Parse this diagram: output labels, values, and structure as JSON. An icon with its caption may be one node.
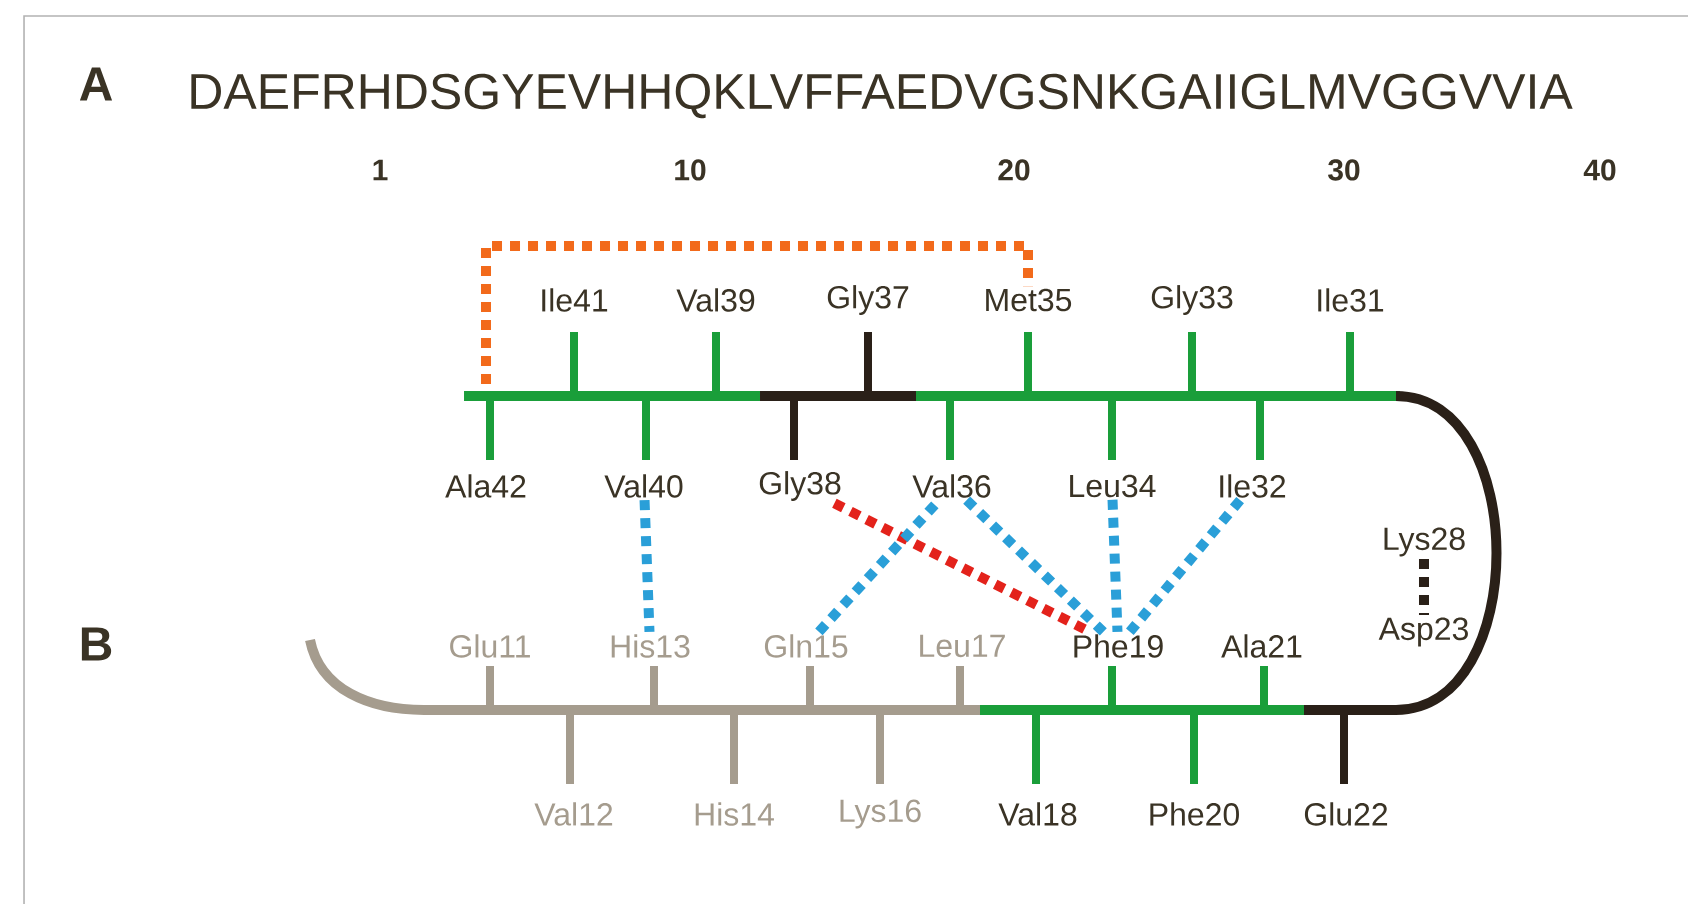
{
  "diagram": {
    "nodes": [
      {
        "text": [
          "Ile41"
        ]
      },
      {
        "text": [
          "Val39"
        ]
      },
      {
        "text": [
          "Gly37"
        ]
      },
      {
        "text": [
          "Met35"
        ]
      },
      {
        "text": [
          "Gly33"
        ]
      },
      {
        "text": [
          "Ile31"
        ]
      },
      {
        "text": [
          "Ala42"
        ]
      },
      {
        "text": [
          "Val40"
        ]
      },
      {
        "text": [
          "Gly38"
        ]
      },
      {
        "text": [
          "Val36"
        ]
      },
      {
        "text": [
          "Leu34"
        ]
      },
      {
        "text": [
          "Ile32"
        ]
      },
      {
        "text": [
          "Lys28"
        ]
      },
      {
        "text": [
          "Asp23"
        ]
      },
      {
        "text": [
          "Glu11"
        ]
      },
      {
        "text": [
          "His13"
        ]
      },
      {
        "text": [
          "Gln15"
        ]
      },
      {
        "text": [
          "Leu17"
        ]
      },
      {
        "text": [
          "Phe19"
        ]
      },
      {
        "text": [
          "Ala21"
        ]
      },
      {
        "text": [
          "Val12"
        ]
      },
      {
        "text": [
          "His14"
        ]
      },
      {
        "text": [
          "Lys16"
        ]
      },
      {
        "text": [
          "Val18"
        ]
      },
      {
        "text": [
          "Phe20"
        ]
      },
      {
        "text": [
          "Glu22"
        ]
      }
    ],
    "edges": [
      {
        "from": 6,
        "to": 3,
        "arrow": "none",
        "style": "dashed",
        "color": "#f26a1b"
      },
      {
        "from": 7,
        "to": 15,
        "arrow": "none",
        "style": "dashed"
      },
      {
        "from": 8,
        "to": 18,
        "arrow": "none",
        "style": "dashed",
        "color": "#e3221b"
      },
      {
        "from": 9,
        "to": 18,
        "arrow": "none",
        "style": "dashed"
      },
      {
        "from": 10,
        "to": 18,
        "arrow": "none",
        "style": "dashed"
      },
      {
        "from": 11,
        "to": 18,
        "arrow": "none",
        "style": "dashed"
      },
      {
        "from": 16,
        "to": 9,
        "arrow": "none",
        "style": "dashed"
      },
      {
        "from": 12,
        "to": 13,
        "arrow": "none",
        "style": "dashed",
        "color": "#2a2018"
      }
    ],
    "labels": [
      "A",
      "DAEFRHDSGYEVHHQKLVFFAEDVGSNKGAIIGLMVGGVVIA",
      "1",
      "10",
      "20",
      "30",
      "40",
      "B"
    ]
  }
}
